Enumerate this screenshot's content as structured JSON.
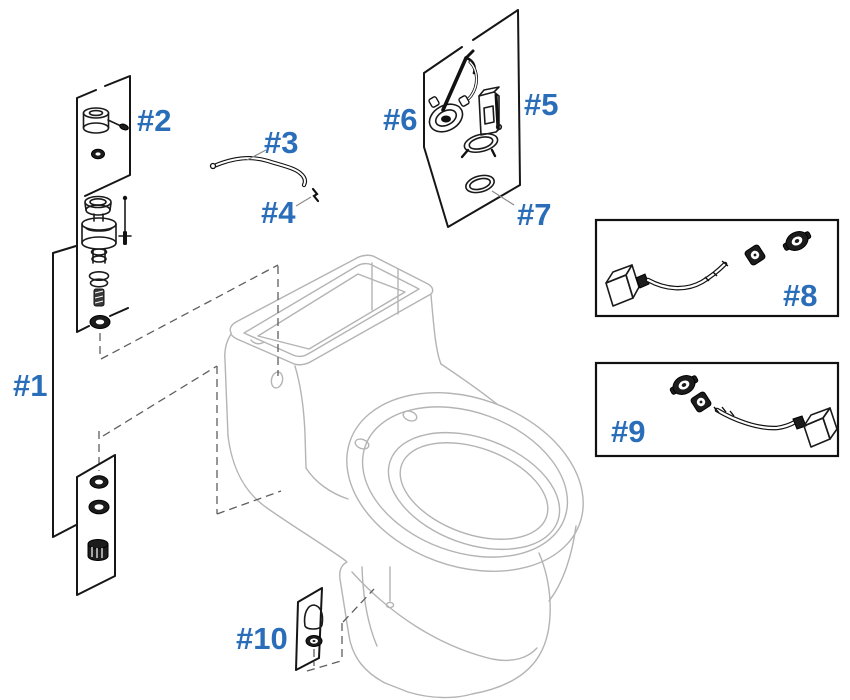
{
  "diagram": {
    "type": "exploded-parts-diagram",
    "subject": "one-piece-toilet",
    "colors": {
      "label_blue": "#2a6db9",
      "part_line_black": "#1a1a1a",
      "toilet_line_gray": "#b4b4b4",
      "background": "#ffffff"
    },
    "parts": [
      {
        "id": 1,
        "label": "#1",
        "name": "fill-valve-kit"
      },
      {
        "id": 2,
        "label": "#2",
        "name": "valve-cap-and-seal"
      },
      {
        "id": 3,
        "label": "#3",
        "name": "refill-tube"
      },
      {
        "id": 4,
        "label": "#4",
        "name": "tube-clip"
      },
      {
        "id": 5,
        "label": "#5",
        "name": "flush-valve-kit"
      },
      {
        "id": 6,
        "label": "#6",
        "name": "flapper"
      },
      {
        "id": 7,
        "label": "#7",
        "name": "tank-gasket"
      },
      {
        "id": 8,
        "label": "#8",
        "name": "trip-lever-left-hand"
      },
      {
        "id": 9,
        "label": "#9",
        "name": "trip-lever-right-hand"
      },
      {
        "id": 10,
        "label": "#10",
        "name": "bolt-cap-kit"
      }
    ]
  }
}
